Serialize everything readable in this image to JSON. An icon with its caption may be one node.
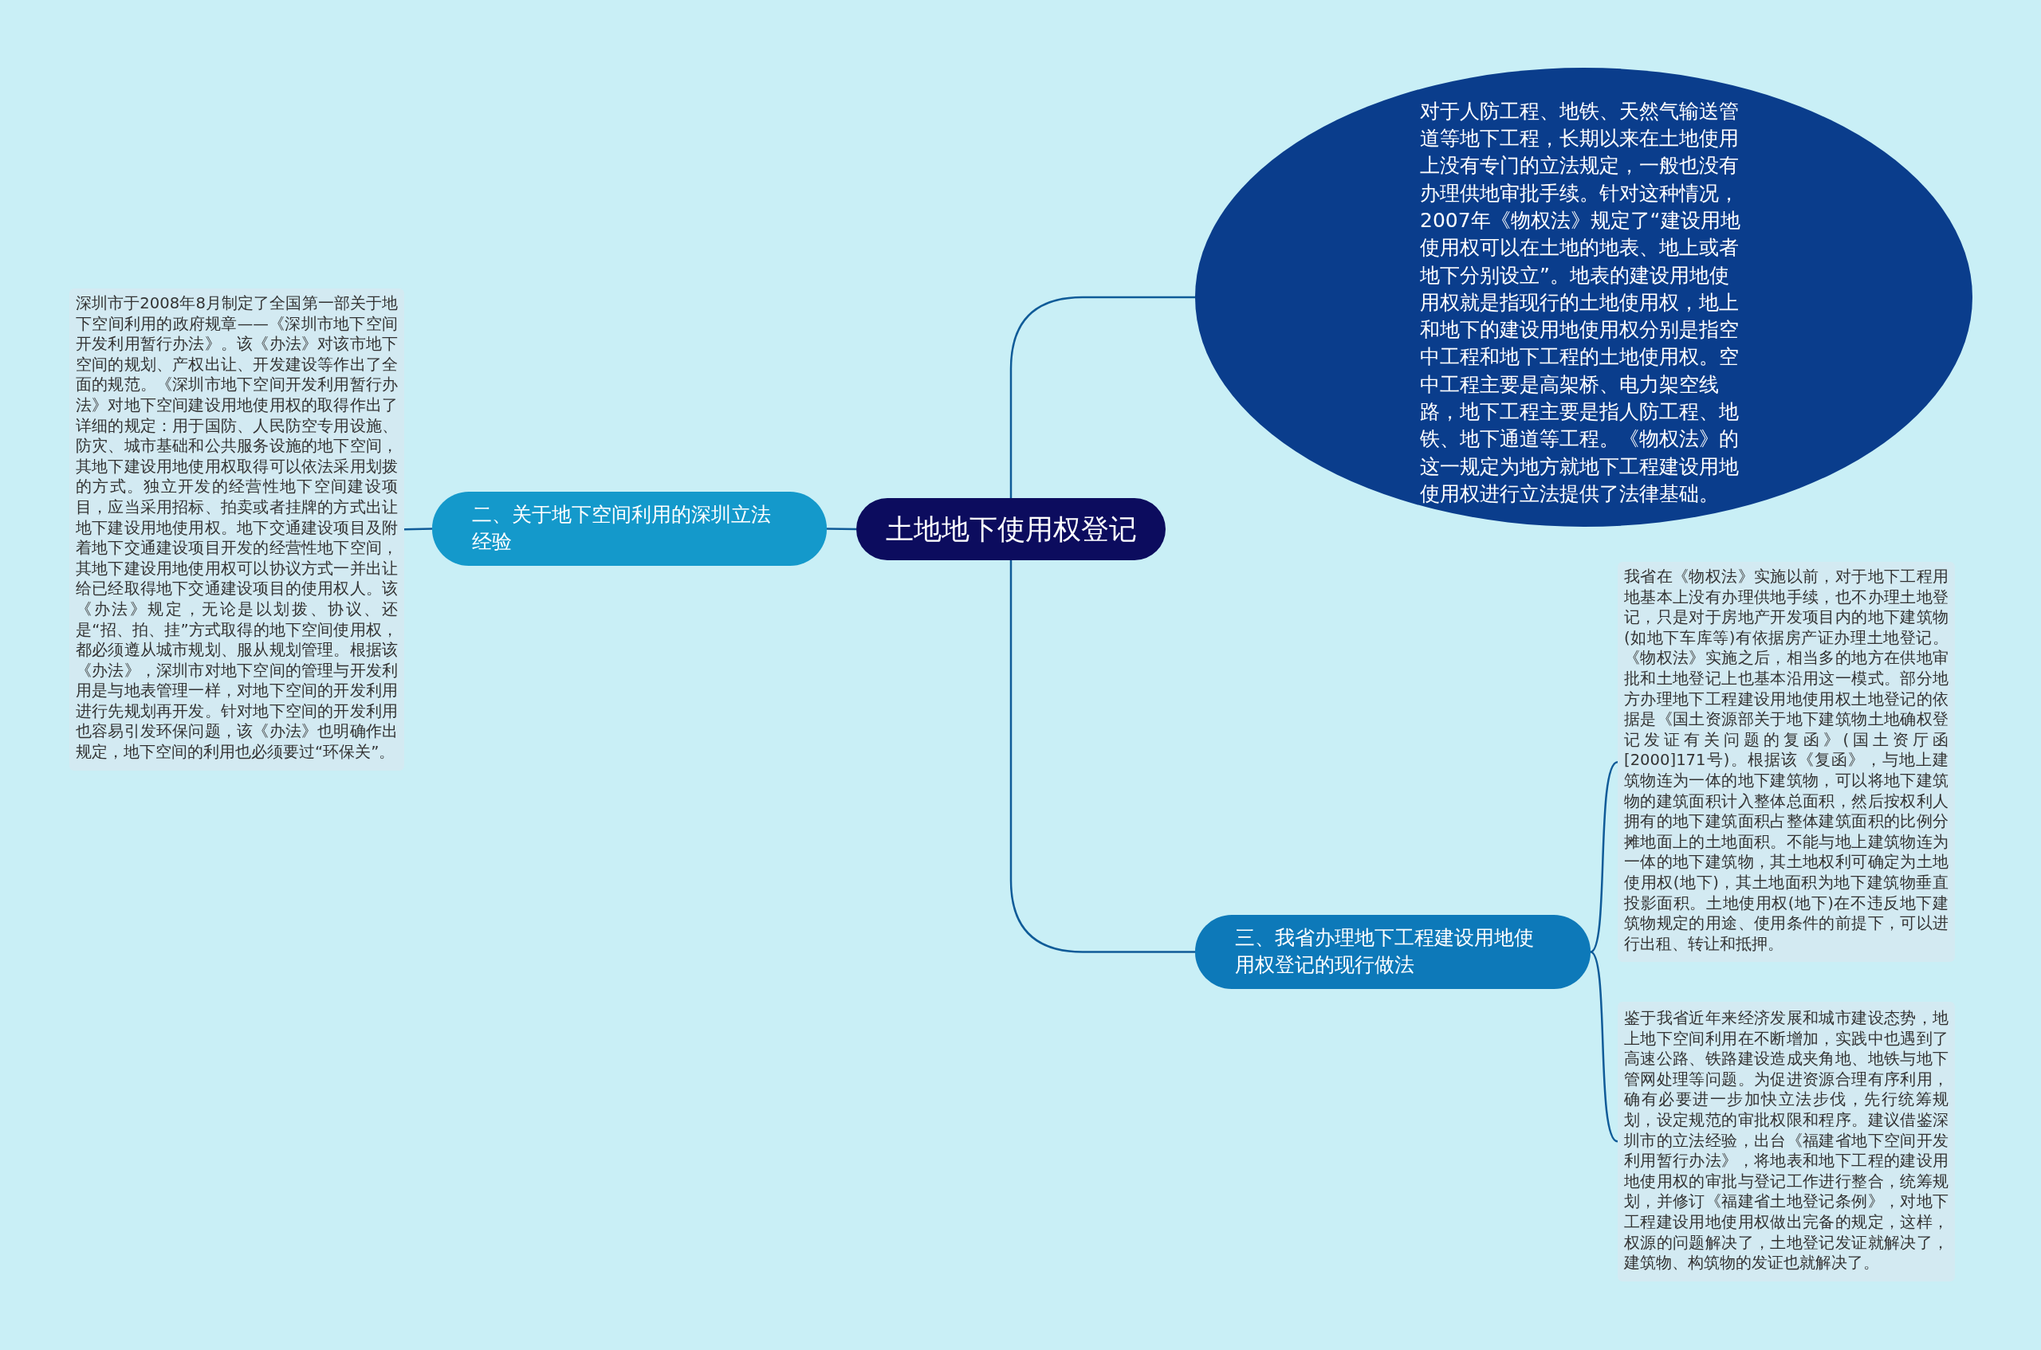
{
  "diagram": {
    "nodes": [
      {
        "text": [
          "土地地下使用权登记"
        ]
      },
      {
        "text": [
          "对于人防工程、地铁、天然气输送管道等地下工程，长期以来在土地使用上没有专门的立法规定，一般也没有办理供地审批手续。针对这种情况，2007年《物权法》规定了“建设用地使用权可以在土地的地表、地上或者地下分别设立”。地表的建设用地使用权就是指现行的土地使用权，地上和地下的建设用地使用权分别是指空中工程和地下工程的土地使用权。空中工程主要是高架桥、电力架空线路，地下工程主要是指人防工程、地铁、地下通道等工程。《物权法》的这一规定为地方就地下工程建设用地使用权进行立法提供了法律基础。"
        ]
      },
      {
        "text": [
          "二、关于地下空间利用的深圳立法经验"
        ]
      },
      {
        "text": [
          "深圳市于2008年8月制定了全国第一部关于地下空间利用的政府规章——《深圳市地下空间开发利用暂行办法》。该《办法》对该市地下空间的规划、产权出让、开发建设等作出了全面的规范。《深圳市地下空间开发利用暂行办法》对地下空间建设用地使用权的取得作出了详细的规定：用于国防、人民防空专用设施、防灾、城市基础和公共服务设施的地下空间，其地下建设用地使用权取得可以依法采用划拨的方式。独立开发的经营性地下空间建设项目，应当采用招标、拍卖或者挂牌的方式出让地下建设用地使用权。地下交通建设项目及附着地下交通建设项目开发的经营性地下空间，其地下建设用地使用权可以协议方式一并出让给已经取得地下交通建设项目的使用权人。该《办法》规定，无论是以划拨、协议、还是“招、拍、挂”方式取得的地下空间使用权，都必须遵从城市规划、服从规划管理。根据该《办法》，深圳市对地下空间的管理与开发利用是与地表管理一样，对地下空间的开发利用进行先规划再开发。针对地下空间的开发利用也容易引发环保问题，该《办法》也明确作出规定，地下空间的利用也必须要过“环保关”。"
        ]
      },
      {
        "text": [
          "三、我省办理地下工程建设用地使用权登记的现行做法"
        ]
      },
      {
        "text": [
          "我省在《物权法》实施以前，对于地下工程用地基本上没有办理供地手续，也不办理土地登记，只是对于房地产开发项目内的地下建筑物(如地下车库等)有依据房产证办理土地登记。《物权法》实施之后，相当多的地方在供地审批和土地登记上也基本沿用这一模式。部分地方办理地下工程建设用地使用权土地登记的依据是《国土资源部关于地下建筑物土地确权登记发证有关问题的复函》(国土资厅函[2000]171号)。根据该《复函》，与地上建筑物连为一体的地下建筑物，可以将地下建筑物的建筑面积计入整体总面积，然后按权利人拥有的地下建筑面积占整体建筑面积的比例分摊地面上的土地面积。不能与地上建筑物连为一体的地下建筑物，其土地权利可确定为土地使用权(地下)，其土地面积为地下建筑物垂直投影面积。土地使用权(地下)在不违反地下建筑物规定的用途、使用条件的前提下，可以进行出租、转让和抵押。"
        ]
      },
      {
        "text": [
          "鉴于我省近年来经济发展和城市建设态势，地上地下空间利用在不断增加，实践中也遇到了高速公路、铁路建设造成夹角地、地铁与地下管网处理等问题。为促进资源合理有序利用，确有必要进一步加快立法步伐，先行统筹规划，设定规范的审批权限和程序。建议借鉴深圳市的立法经验，出台《福建省地下空间开发利用暂行办法》，将地表和地下工程的建设用地使用权的审批与登记工作进行整合，统筹规划，并修订《福建省土地登记条例》，对地下工程建设用地使用权做出完备的规定，这样，权源的问题解决了，土地登记发证就解决了，建筑物、构筑物的发证也就解决了。"
        ]
      }
    ],
    "edges": [
      {
        "from": 0,
        "to": 1,
        "arrow": "none"
      },
      {
        "from": 0,
        "to": 2,
        "arrow": "none"
      },
      {
        "from": 2,
        "to": 3,
        "arrow": "none"
      },
      {
        "from": 0,
        "to": 4,
        "arrow": "none"
      },
      {
        "from": 4,
        "to": 5,
        "arrow": "none"
      },
      {
        "from": 4,
        "to": 6,
        "arrow": "none"
      }
    ]
  }
}
